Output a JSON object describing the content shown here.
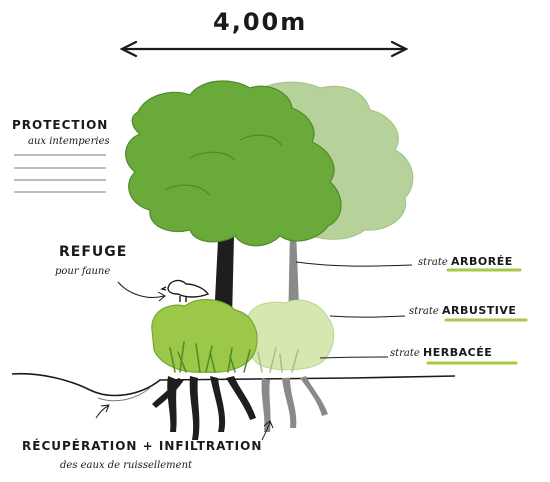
{
  "width_label": "4,00m",
  "labels": {
    "protection_title": "PROTECTION",
    "protection_sub": "aux intemperies",
    "refuge_title": "REFUGE",
    "refuge_sub": "pour faune",
    "strate_prefix": "strate",
    "strate_arboree": "ARBORÉE",
    "strate_arbustive": "ARBUSTIVE",
    "strate_herbacee": "HERBACÉE",
    "recuperation": "RÉCUPÉRATION + INFILTRATION",
    "recuperation_sub": "des eaux de ruissellement"
  },
  "colors": {
    "canopy_front": "#6aaa3a",
    "canopy_back": "#b6d29a",
    "shrub_front": "#9cc84a",
    "shrub_back": "#d6e8b0",
    "trunk_front": "#1e1e1e",
    "trunk_back": "#8a8a8a",
    "highlight": "#a8c84a"
  }
}
